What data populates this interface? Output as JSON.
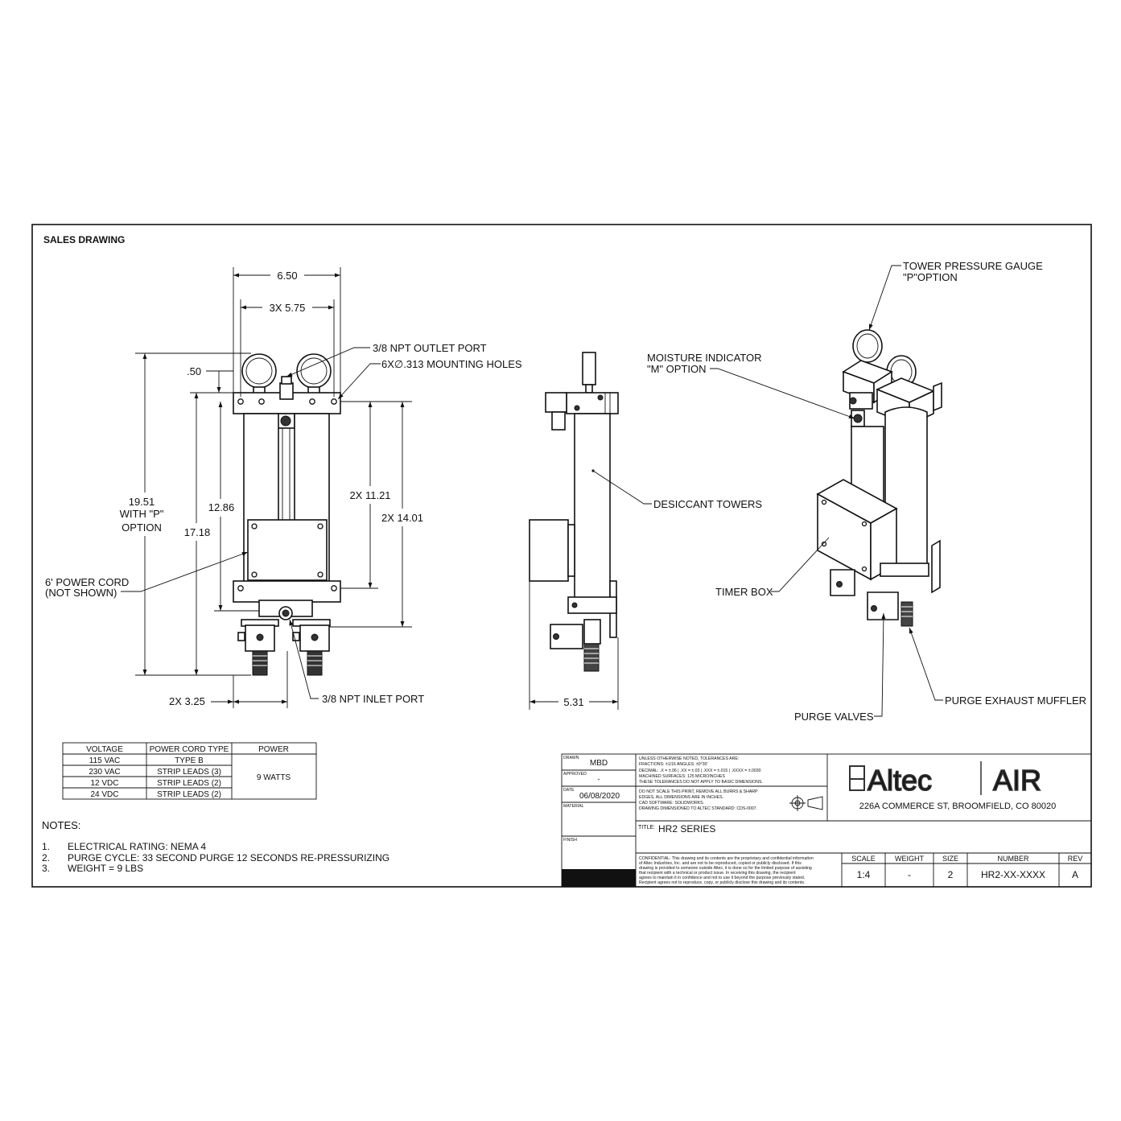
{
  "sheet_title": "SALES DRAWING",
  "front_view": {
    "dim_width": "6.50",
    "dim_hole_spacing": "3X 5.75",
    "dim_top_offset": ".50",
    "dim_overall_height": [
      "19.51",
      "WITH \"P\"",
      "OPTION"
    ],
    "dim_height_17": "17.18",
    "dim_height_12": "12.86",
    "dim_2x_11": "2X 11.21",
    "dim_2x_14": "2X 14.01",
    "dim_2x_325": "2X 3.25",
    "callout_outlet": "3/8 NPT OUTLET PORT",
    "callout_mounting": "6X∅.313 MOUNTING HOLES",
    "callout_power_cord": [
      "6' POWER CORD",
      "(NOT SHOWN)"
    ],
    "callout_inlet": "3/8 NPT INLET PORT"
  },
  "side_view": {
    "dim_depth": "5.31",
    "callout_towers": "DESICCANT TOWERS"
  },
  "iso_view": {
    "callout_gauge": [
      "TOWER PRESSURE GAUGE",
      "\"P\"OPTION"
    ],
    "callout_moisture": [
      "MOISTURE INDICATOR",
      "\"M\" OPTION"
    ],
    "callout_timer": "TIMER BOX",
    "callout_valves": "PURGE VALVES",
    "callout_muffler": "PURGE EXHAUST MUFFLER"
  },
  "power_table": {
    "headers": [
      "VOLTAGE",
      "POWER CORD TYPE",
      "POWER"
    ],
    "rows": [
      [
        "115 VAC",
        "TYPE B"
      ],
      [
        "230 VAC",
        "STRIP LEADS (3)"
      ],
      [
        "12 VDC",
        "STRIP LEADS (2)"
      ],
      [
        "24 VDC",
        "STRIP LEADS (2)"
      ]
    ],
    "power_value": "9 WATTS"
  },
  "notes": {
    "heading": "NOTES:",
    "items": [
      {
        "num": "1.",
        "text": "ELECTRICAL RATING: NEMA 4"
      },
      {
        "num": "2.",
        "text": "PURGE CYCLE: 33 SECOND PURGE 12 SECONDS RE-PRESSURIZING"
      },
      {
        "num": "3.",
        "text": "WEIGHT = 9 LBS"
      }
    ]
  },
  "title_block": {
    "drawn_label": "DRAWN",
    "drawn_value": "MBD",
    "approved_label": "APPROVED",
    "approved_value": "-",
    "date_label": "DATE",
    "date_value": "06/08/2020",
    "material_label": "MATERIAL",
    "finish_label": "FINISH",
    "tolerance_lines": [
      "UNLESS OTHERWISE NOTED, TOLERANCES ARE:",
      "FRACTIONS: ±1/16    ANGLES: ±0°30'",
      "DECIMAL:  .X = ±.06  |  .XX = ±.03  |  .XXX = ±.015  |  .XXXX = ±.0030",
      "MACHINED SURFACES: 125 MICROINCHES",
      "THESE TOLERANCES DO NOT APPLY TO BASIC DIMENSIONS."
    ],
    "scale_lines": [
      "DO NOT SCALE THIS PRINT, REMOVE ALL BURRS & SHARP",
      "EDGES, ALL DIMENSIONS ARE IN INCHES.",
      "CAD SOFTWARE: SOLIDWORKS.",
      "DRAWING DIMENSIONED TO ALTEC STANDARD: CDS-0007."
    ],
    "brand_left": "Altec",
    "brand_right": "AIR",
    "address": "226A COMMERCE ST, BROOMFIELD, CO 80020",
    "title_label": "TITLE:",
    "title_value": "HR2 SERIES",
    "confidential_lines": [
      "CONFIDENTIAL: This drawing and its contents are the proprietary and confidential information",
      "of Altec Industries, Inc. and are not to be reproduced, copied or publicly disclosed. If this",
      "drawing is provided to someone outside Altec, it is done so for the limited purpose of assisting",
      "that recipient with a technical or product issue. In receiving this drawing, the recipient",
      "agrees to maintain it in confidence and not to use it beyond the purpose previously stated.",
      "Recipient agrees not to reproduce, copy, or publicly disclose this drawing and its contents."
    ],
    "scale_label": "SCALE",
    "scale_value": "1:4",
    "weight_label": "WEIGHT",
    "weight_value": "-",
    "size_label": "SIZE",
    "size_value": "2",
    "number_label": "NUMBER",
    "number_value": "HR2-XX-XXXX",
    "rev_label": "REV",
    "rev_value": "A"
  }
}
